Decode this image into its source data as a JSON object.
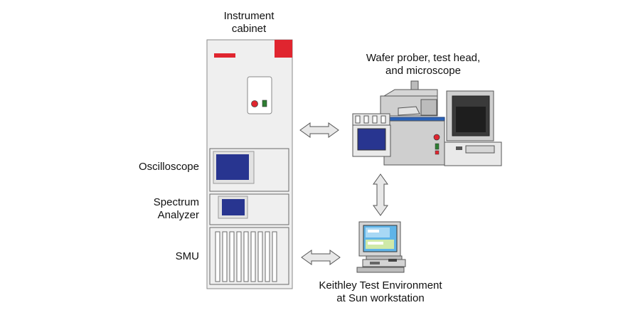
{
  "labels": {
    "cabinet": [
      "Instrument",
      "cabinet"
    ],
    "wafer": [
      "Wafer prober, test head,",
      "and microscope"
    ],
    "oscilloscope": "Oscilloscope",
    "spectrum": [
      "Spectrum",
      "Analyzer"
    ],
    "smu": "SMU",
    "workstation": [
      "Keithley Test Environment",
      "at Sun workstation"
    ]
  },
  "colors": {
    "accent_red": "#e0252f",
    "screen_blue": "#283590",
    "ws_screen": "#5fb4e8",
    "cabinet_fill": "#efefef",
    "outline": "#6a6a6a",
    "arrow_fill": "#e8e8e8"
  }
}
